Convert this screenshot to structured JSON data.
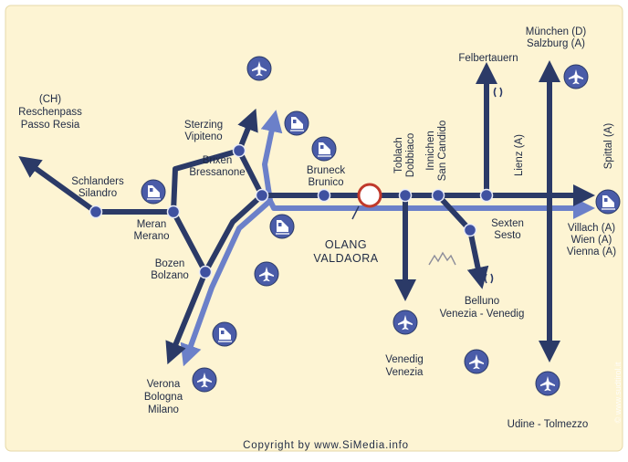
{
  "map": {
    "colors": {
      "background": "#fdf4d3",
      "road_dark": "#2b3a67",
      "rail_blue": "#6b80c9",
      "badge_fill": "#4a5ca8",
      "station_fill": "#3f51a0",
      "target_ring": "#c0392b"
    },
    "labels": {
      "reschenpass": [
        "(CH)",
        "Reschenpass",
        "Passo Resia"
      ],
      "schlanders": [
        "Schlanders",
        "Silandro"
      ],
      "meran": [
        "Meran",
        "Merano"
      ],
      "sterzing": [
        "Sterzing",
        "Vipiteno"
      ],
      "brixen": [
        "Brixen",
        "Bressanone"
      ],
      "bozen": [
        "Bozen",
        "Bolzano"
      ],
      "verona": [
        "Verona",
        "Bologna",
        "Milano"
      ],
      "bruneck": [
        "Bruneck",
        "Brunico"
      ],
      "olang": [
        "OLANG",
        "VALDAORA"
      ],
      "toblach": [
        "Toblach",
        "Dobbiaco"
      ],
      "innichen": [
        "Innichen",
        "San Candido"
      ],
      "felbertauern": "Felbertauern",
      "muenchen": [
        "München (D)",
        "Salzburg (A)"
      ],
      "lienz": "Lienz (A)",
      "spittal": "Spittal (A)",
      "sexten": [
        "Sexten",
        "Sesto"
      ],
      "villach": [
        "Villach (A)",
        "Wien (A)",
        "Vienna (A)"
      ],
      "belluno": [
        "Belluno",
        "Venezia - Venedig"
      ],
      "venedig": [
        "Venedig",
        "Venezia"
      ],
      "udine": "Udine - Tolmezzo"
    },
    "copyright": "Copyright by www.SiMedia.info",
    "watermark": "© www.sudtirol.it",
    "icons": {
      "airport": "airplane-icon",
      "railway": "train-icon",
      "tunnel": "tunnel-icon",
      "mountains": "mountain-icon",
      "location": "location-ring-icon"
    }
  }
}
